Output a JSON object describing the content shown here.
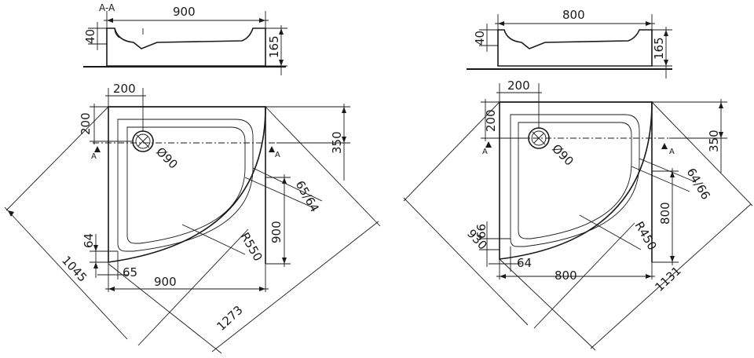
{
  "section_label": "A-A",
  "tray_900": {
    "section_width": "900",
    "section_lip": "40",
    "section_height": "165",
    "plan_drain_offset_x": "200",
    "plan_drain_offset_y": "200",
    "plan_axis_offset": "350",
    "drain_diameter": "Ø90",
    "section_mark_left": "A",
    "section_mark_right": "A",
    "rim_widths": "65/64",
    "side_length": "900",
    "radius": "R550",
    "rim_bottom": "64",
    "rim_left": "65",
    "width": "900",
    "inner_diagonal": "1045",
    "outer_diagonal": "1273"
  },
  "tray_800": {
    "section_width": "800",
    "section_lip": "40",
    "section_height": "165",
    "plan_drain_offset_x": "200",
    "plan_drain_offset_y": "200",
    "plan_axis_offset": "350",
    "drain_diameter": "Ø90",
    "section_mark_left": "A",
    "section_mark_right": "A",
    "rim_widths": "64/66",
    "side_length": "800",
    "radius": "R450",
    "rim_bottom": "66",
    "rim_left": "64",
    "width": "800",
    "inner_diagonal": "930",
    "outer_diagonal": "1131"
  }
}
